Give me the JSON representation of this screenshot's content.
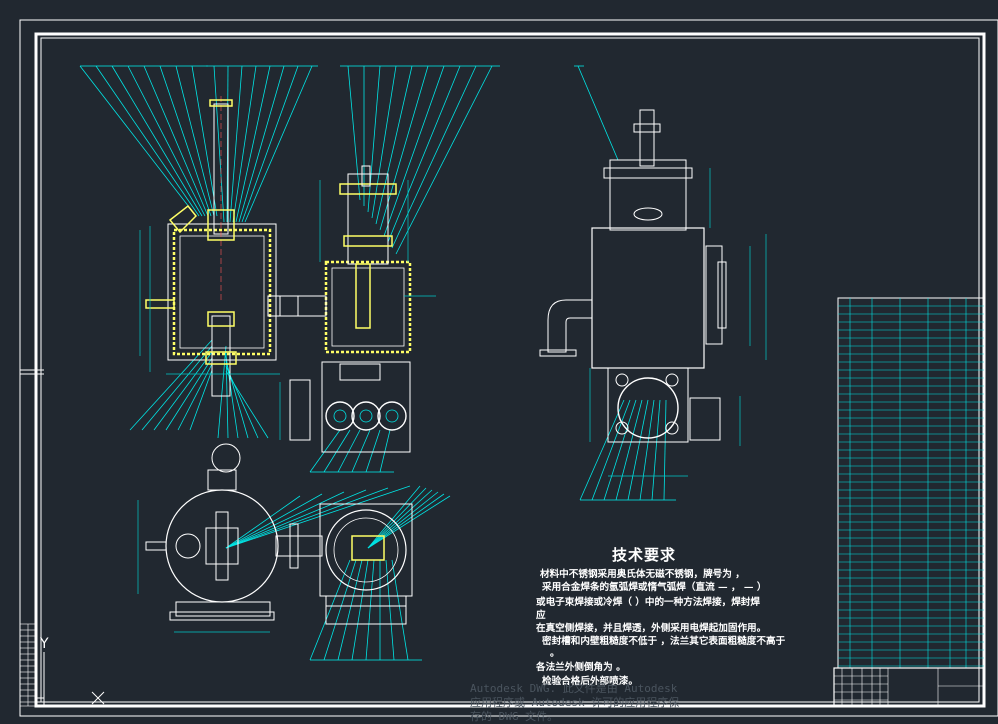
{
  "tech_requirements": {
    "title": "技术要求",
    "lines": [
      "材料中不锈钢采用奥氏体无磁不锈钢，牌号为          ，",
      "采用合金焊条的氩弧焊或惰气弧焊（直流    —    ，    —    ）",
      "或电子束焊接或冷焊（            ）中的一种方法焊接，焊封焊",
      "应",
      "在真空侧焊接，并且焊透，外侧采用电焊起加固作用。",
      "密封槽和内壁粗糙度不低于    ，法兰其它表面粗糙度不高于",
      "。",
      "各法兰外侧倒角为        。",
      "检验合格后外部喷漆。"
    ]
  },
  "watermark": {
    "line1": "Autodesk DWG.  此文件是由 Autodesk",
    "line2": "应用程序或 Autodesk 许可的应用程序保",
    "line3": "存的 DWG 文件。"
  },
  "ucs": {
    "y_label": "Y",
    "x_label": "X"
  },
  "colors": {
    "background": "#212830",
    "frame": "#ffffff",
    "cyan": "#00e5e5",
    "yellow": "#ffff66",
    "dim": "#00c8c8"
  }
}
